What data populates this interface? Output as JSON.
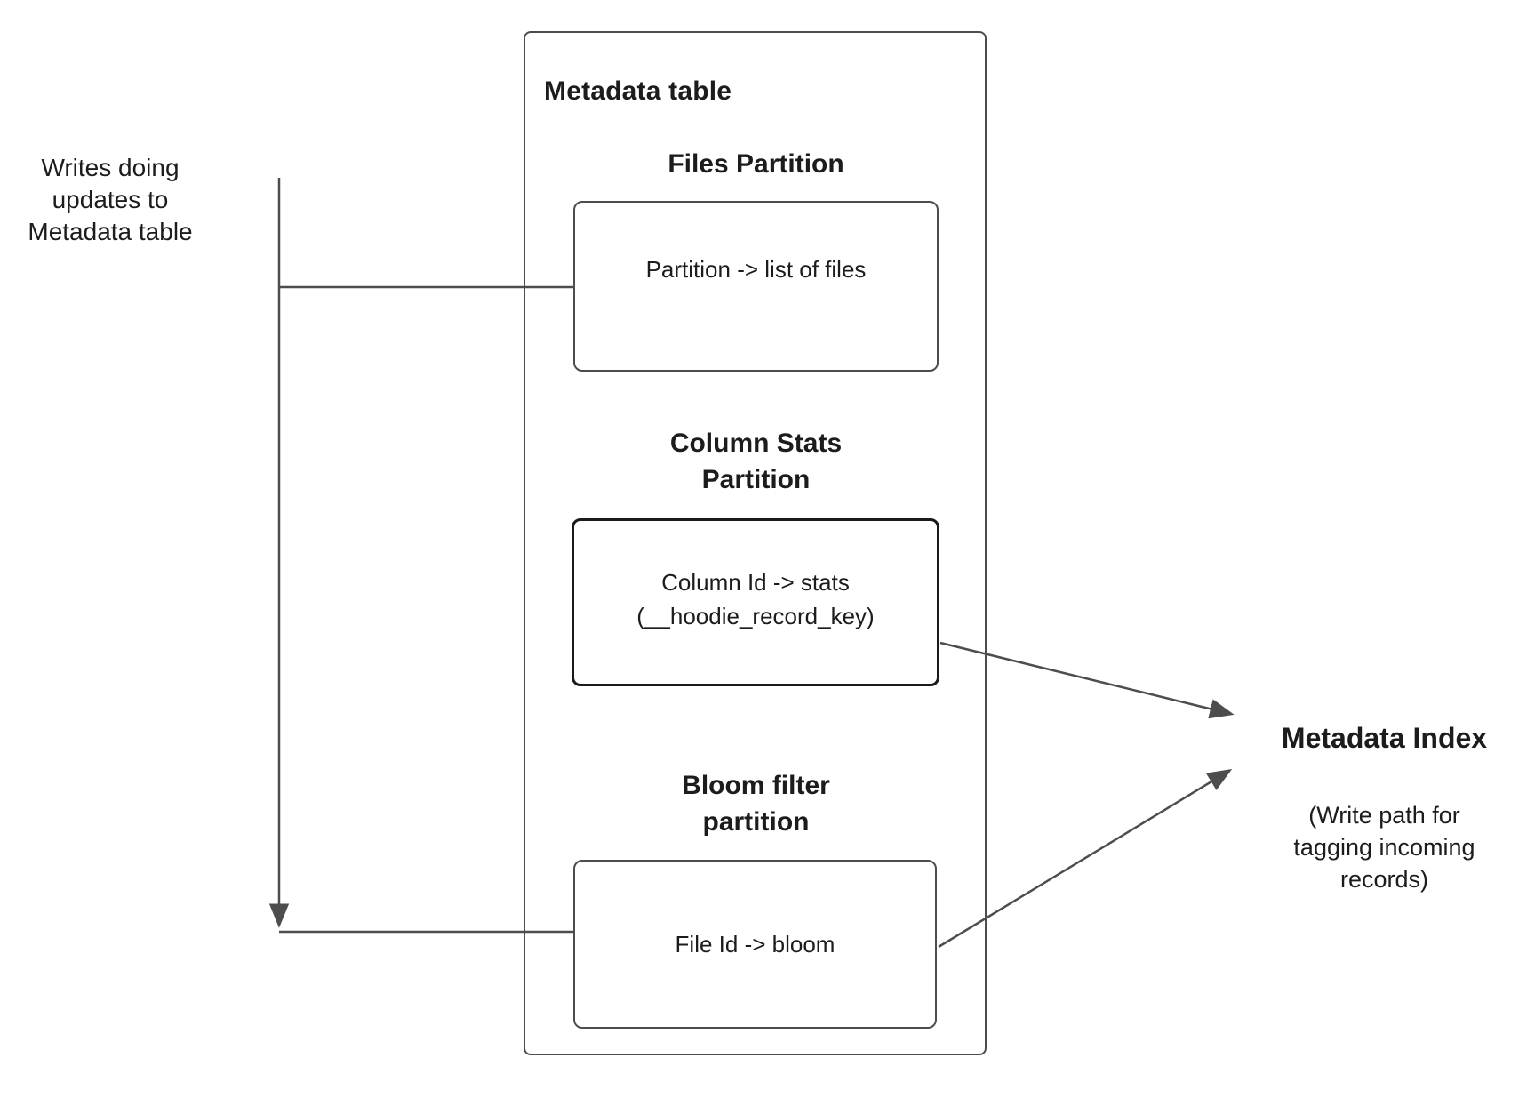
{
  "colors": {
    "background": "#ffffff",
    "line": "#4d4d4d",
    "box_border": "#4d4d4d",
    "stats_box_border": "#1a1a1a",
    "text": "#1c1c1c"
  },
  "left_note": {
    "text": "Writes doing\nupdates to\nMetadata table"
  },
  "metadata_table": {
    "title": "Metadata table",
    "files_partition": {
      "heading": "Files Partition",
      "box_text": "Partition -> list of files"
    },
    "column_stats_partition": {
      "heading": "Column Stats\nPartition",
      "box_text": "Column Id  -> stats\n(__hoodie_record_key)"
    },
    "bloom_filter_partition": {
      "heading": "Bloom filter\npartition",
      "box_text": "File Id -> bloom"
    }
  },
  "metadata_index": {
    "title": "Metadata Index",
    "subtitle": "(Write path for\ntagging incoming\nrecords)"
  }
}
